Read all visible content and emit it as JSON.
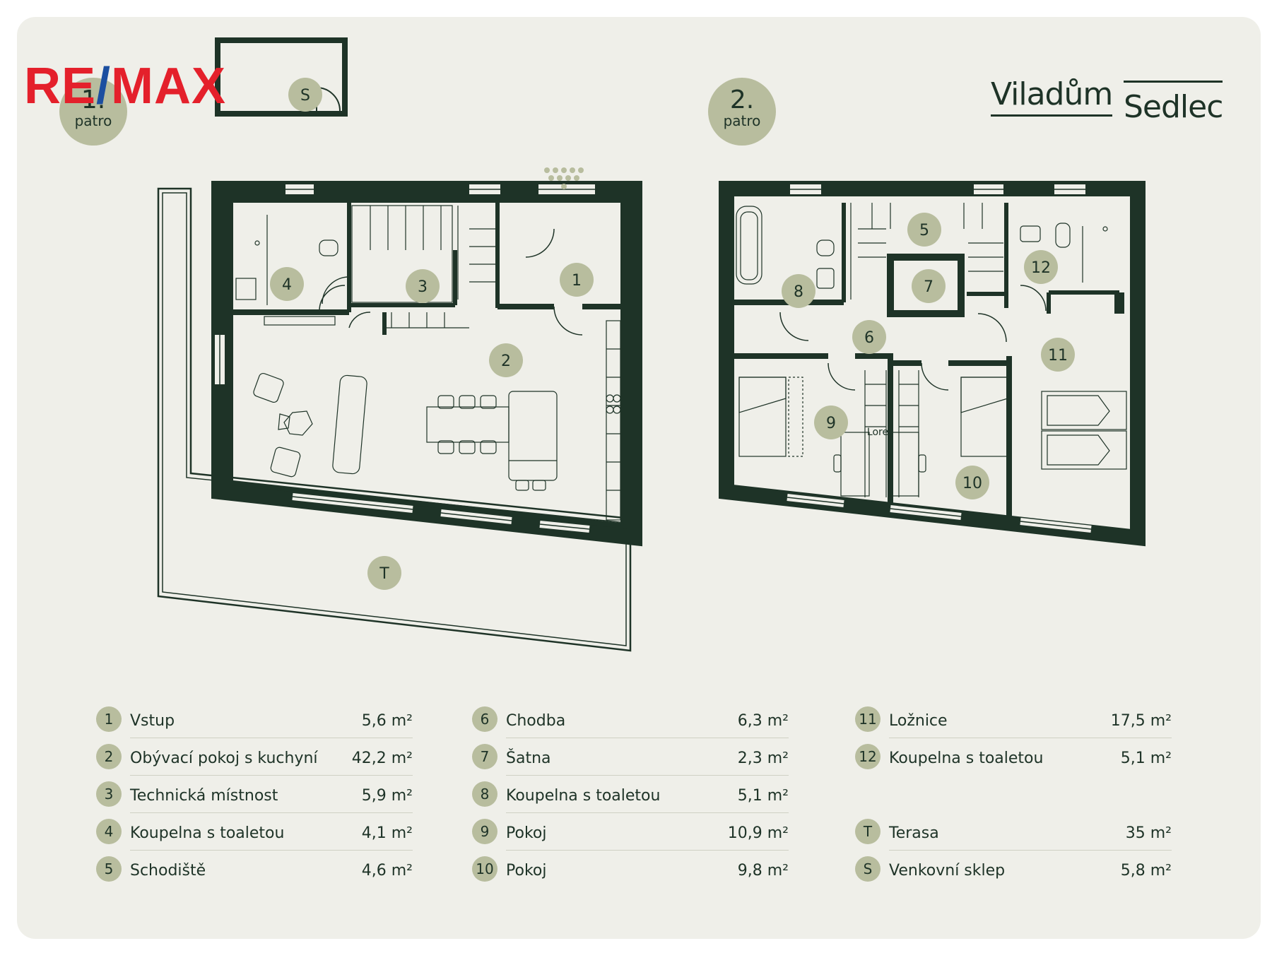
{
  "logo": {
    "part1": "RE",
    "slash": "/",
    "part2": "MAX"
  },
  "brand": {
    "line1": "Viladům",
    "line2": "Sedlec"
  },
  "floors": [
    {
      "number": "1.",
      "label": "patro"
    },
    {
      "number": "2.",
      "label": "patro"
    }
  ],
  "plan_labels": {
    "r1": "1",
    "r2": "2",
    "r3": "3",
    "r4": "4",
    "r5": "5",
    "r6": "6",
    "r7": "7",
    "r8": "8",
    "r9": "9",
    "r10": "10",
    "r11": "11",
    "r12": "12",
    "terrace": "T",
    "cellar": "S",
    "lore": "Lore"
  },
  "legend": [
    {
      "marker": "1",
      "name": "Vstup",
      "area": "5,6 m²"
    },
    {
      "marker": "2",
      "name": "Obývací pokoj s kuchyní",
      "area": "42,2 m²"
    },
    {
      "marker": "3",
      "name": "Technická místnost",
      "area": "5,9 m²"
    },
    {
      "marker": "4",
      "name": "Koupelna s toaletou",
      "area": "4,1 m²"
    },
    {
      "marker": "5",
      "name": "Schodiště",
      "area": "4,6 m²"
    },
    {
      "marker": "6",
      "name": "Chodba",
      "area": "6,3 m²"
    },
    {
      "marker": "7",
      "name": "Šatna",
      "area": "2,3 m²"
    },
    {
      "marker": "8",
      "name": "Koupelna s toaletou",
      "area": "5,1 m²"
    },
    {
      "marker": "9",
      "name": "Pokoj",
      "area": "10,9 m²"
    },
    {
      "marker": "10",
      "name": "Pokoj",
      "area": "9,8 m²"
    },
    {
      "marker": "11",
      "name": "Ložnice",
      "area": "17,5 m²"
    },
    {
      "marker": "12",
      "name": "Koupelna s toaletou",
      "area": "5,1 m²"
    },
    {
      "marker": "T",
      "name": "Terasa",
      "area": "35 m²"
    },
    {
      "marker": "S",
      "name": "Venkovní sklep",
      "area": "5,8 m²"
    }
  ],
  "colors": {
    "wall": "#1e3327",
    "marker": "#b8bd9e",
    "background": "#efefe9",
    "remax_red": "#e4202b",
    "remax_blue": "#1c4fa0"
  }
}
